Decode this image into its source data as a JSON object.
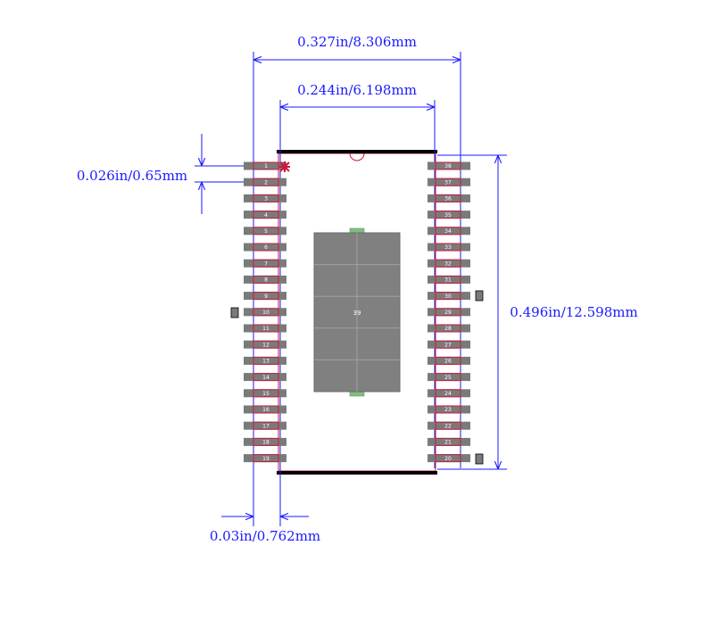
{
  "dimensions": {
    "overall_width": "0.327in/8.306mm",
    "body_width": "0.244in/6.198mm",
    "pitch": "0.026in/0.65mm",
    "height": "0.496in/12.598mm",
    "pad_width": "0.03in/0.762mm"
  },
  "pins": {
    "left": [
      "1",
      "2",
      "3",
      "4",
      "5",
      "6",
      "7",
      "8",
      "9",
      "10",
      "11",
      "12",
      "13",
      "14",
      "15",
      "16",
      "17",
      "18",
      "19"
    ],
    "right": [
      "38",
      "37",
      "36",
      "35",
      "34",
      "33",
      "32",
      "31",
      "30",
      "29",
      "28",
      "27",
      "26",
      "25",
      "24",
      "23",
      "22",
      "21",
      "20"
    ],
    "center": "39"
  },
  "colors": {
    "dimension": "#1a1aff",
    "outline": "#cc1a3a",
    "pad": "#7a7a7a",
    "thermal_via": "#7fbf7f",
    "body_edge": "#000000",
    "pin1_marker": "#cc1a3a"
  }
}
